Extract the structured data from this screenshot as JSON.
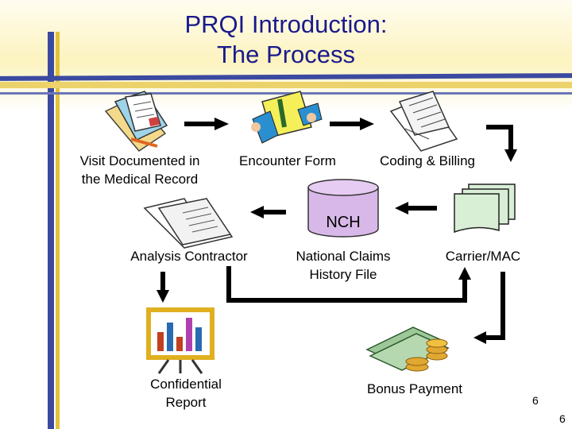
{
  "title": {
    "line1": "PRQI Introduction:",
    "line2": "The Process"
  },
  "steps": {
    "visit": {
      "line1": "Visit Documented in",
      "line2": "the Medical Record",
      "icon": "medical-record-icon"
    },
    "encounter": {
      "label": "Encounter Form",
      "icon": "encounter-form-icon"
    },
    "coding": {
      "label": "Coding & Billing",
      "icon": "coding-billing-icon"
    },
    "carrier": {
      "label": "Carrier/MAC",
      "icon": "carrier-files-icon"
    },
    "nch": {
      "short": "NCH",
      "line1": "National Claims",
      "line2": "History File",
      "icon": "database-cylinder-icon"
    },
    "analysis": {
      "label": "Analysis Contractor",
      "icon": "folder-documents-icon"
    },
    "report": {
      "line1": "Confidential",
      "line2": "Report",
      "icon": "presentation-chart-icon"
    },
    "bonus": {
      "label": "Bonus Payment",
      "icon": "money-coins-icon"
    }
  },
  "slide_number": {
    "small": "6",
    "corner": "6"
  },
  "colors": {
    "title": "#1a1a8c",
    "band_blue": "#2e3f94",
    "band_gold": "#e3c23a",
    "arrow": "#000000",
    "cylinder": "#d8b8e8"
  }
}
